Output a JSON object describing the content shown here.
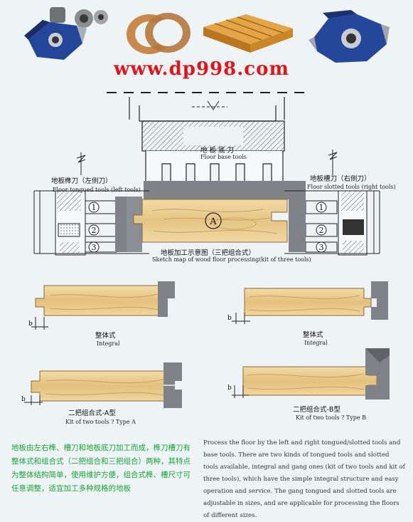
{
  "header": {
    "url": "www.dp998.com",
    "photos": [
      "cutter-set-photo",
      "saw-blade-photo",
      "floorboard-photo",
      "cutter-head-photo"
    ]
  },
  "sketch": {
    "base_tools_cn": "地 板 底 刀",
    "base_tools_en": "Floor base tools",
    "tongued_cn": "地板榫刀（左侧刀）",
    "tongued_en": "Floor tongued tools (left tools)",
    "slotted_cn": "地板槽刀（右侧刀）",
    "slotted_en": "Floor slotted tools (right tools)",
    "workpiece_mark": "A",
    "left_numbers": [
      "1",
      "2",
      "3"
    ],
    "right_numbers": [
      "1",
      "2",
      "3"
    ],
    "title_cn": "地板加工示意图（三把组合式）",
    "title_en": "Sketch map of wood floor processing(kit of three tools)"
  },
  "variants": [
    {
      "cn": "整体式",
      "en": "Integral",
      "dim": "b"
    },
    {
      "cn": "整体式",
      "en": "Integral",
      "dim": "b"
    },
    {
      "cn": "二把组合式-A型",
      "en": "Kit of two tools ? Type A",
      "dim": "b"
    },
    {
      "cn": "二把组合式-B型",
      "en": "Kit of two tools ? Type B",
      "dim": "b"
    }
  ],
  "footer": {
    "cn": "地板由左右榫、槽刀和地板底刀加工而成，榫刀槽刀有整体式和组合式（二把组合和三把组合）两种，其特点为整体结构简单，使用维护方便，组合式榫、槽尺寸可任意调整，适宜加工多种规格的地板",
    "en": "Process the floor by the left and right tongued/slotted tools and base tools. There are two kinds of tongued tools and slotted tools available, integral and gang ones (kit of two tools and kit of three tools), which have the simple integral structure and easy operation and service. The gang tongued and slotted tools are adjustable in sizes, and are applicable for processing the floors of different sizes."
  },
  "colors": {
    "url": "#e0151c",
    "footer_cn": "#18a33a",
    "wood": "#e8cc8e",
    "tool": "#7f8388"
  }
}
